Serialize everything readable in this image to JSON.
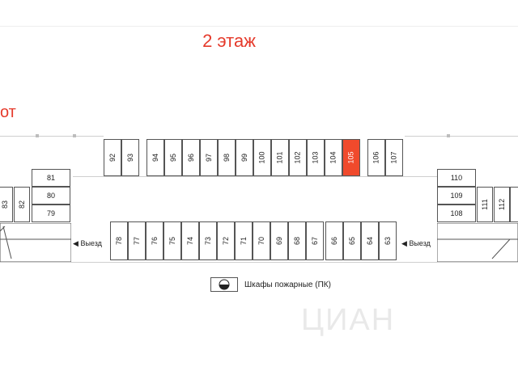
{
  "floor_title": "2 этаж",
  "cut_label": "от",
  "top_spots": [
    "92",
    "93",
    "94",
    "95",
    "96",
    "97",
    "98",
    "99",
    "100",
    "101",
    "102",
    "103",
    "104",
    "105",
    "106",
    "107"
  ],
  "bottom_spots": [
    "78",
    "77",
    "76",
    "75",
    "74",
    "73",
    "72",
    "71",
    "70",
    "69",
    "68",
    "67",
    "66",
    "65",
    "64",
    "63"
  ],
  "left_stack": [
    "81",
    "80",
    "79"
  ],
  "left_vertical": [
    "83",
    "82"
  ],
  "right_stack": [
    "110",
    "109",
    "108"
  ],
  "right_vertical": [
    "111",
    "112"
  ],
  "highlighted_spot": "105",
  "exit_left": "Выезд",
  "exit_right": "Выезд",
  "legend": {
    "label": "Шкафы пожарные (ПК)",
    "icon": "fire-cabinet-icon"
  },
  "watermark": "ЦИАН",
  "colors": {
    "accent": "#e53a2b",
    "highlight": "#f04a2c"
  }
}
